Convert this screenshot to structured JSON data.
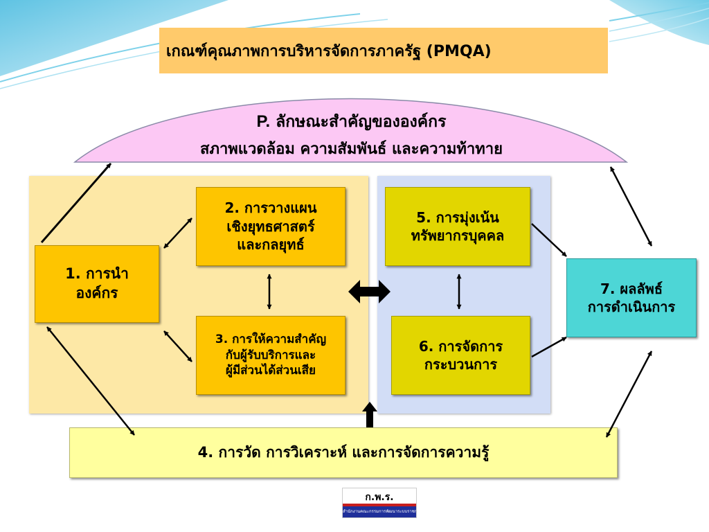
{
  "title": "เกณฑ์คุณภาพการบริหารจัดการภาครัฐ (PMQA)",
  "profile": {
    "prefix": "P.",
    "line1": "ลักษณะสำคัญขององค์กร",
    "line2": "สภาพแวดล้อม ความสัมพันธ์ และความท้าทาย"
  },
  "boxes": {
    "leadership": [
      "1. การนำ",
      "องค์กร"
    ],
    "strategic_planning": [
      "2. การวางแผน",
      "เชิงยุทธศาสตร์",
      "และกลยุทธ์"
    ],
    "customer_focus": [
      "3. การให้ความสำคัญ",
      "กับผู้รับบริการและ",
      "ผู้มีส่วนได้ส่วนเสีย"
    ],
    "measurement": "4. การวัด การวิเคราะห์ และการจัดการความรู้",
    "workforce_focus": [
      "5. การมุ่งเน้น",
      "ทรัพยากรบุคคล"
    ],
    "process_management": [
      "6. การจัดการ",
      "กระบวนการ"
    ],
    "results": [
      "7. ผลลัพธ์",
      "การดำเนินการ"
    ]
  },
  "logo": {
    "text": "ก.พ.ร.",
    "subtitle": "สำนักงานคณะกรรมการพัฒนาระบบราชการ"
  },
  "colors": {
    "title_bar": "#ffca6b",
    "profile_arch": "#fcc8f4",
    "panel_left": "#fde8a6",
    "panel_right": "#d2ddf6",
    "box_gold": "#fec500",
    "box_olive": "#e2d600",
    "box_teal": "#4dd6d6",
    "box_yellow": "#ffff9e",
    "arrow": "#000000"
  }
}
